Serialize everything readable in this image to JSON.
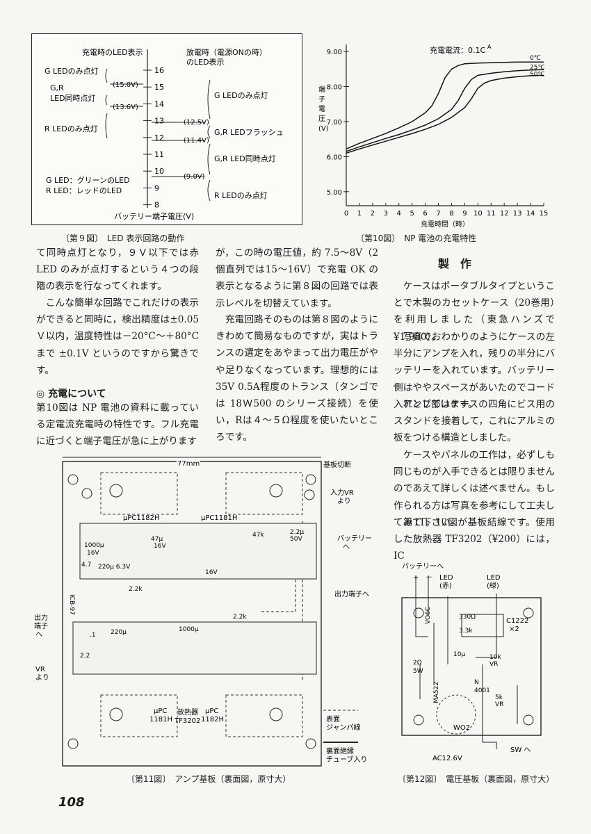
{
  "fig9": {
    "caption": "〔第９図〕　LED 表示回路の動作",
    "left_title": "充電時のLED表示",
    "right_title_1": "放電時（電源ONの時）",
    "right_title_2": "のLED表示",
    "scale_ticks": [
      "16",
      "15",
      "14",
      "13",
      "12",
      "11",
      "10",
      "9",
      "8"
    ],
    "left_labels": [
      "G LEDのみ点灯",
      "G,R",
      "LED同時点灯",
      "R LEDのみ点灯"
    ],
    "left_voltages": [
      "(15.0V)",
      "(13.6V)"
    ],
    "right_voltages": [
      "(12.5V)",
      "(11.4V)",
      "(9.0V)"
    ],
    "right_labels": [
      "G LEDのみ点灯",
      "G,R LEDフラッシュ",
      "G,R LED同時点灯",
      "R LEDのみ点灯"
    ],
    "legend_g": "G LED：グリーンのLED",
    "legend_r": "R LED：レッドのLED",
    "axis_label": "バッテリー端子電圧(V)"
  },
  "chart_data": {
    "type": "line",
    "caption": "〔第10図〕　NP 電池の充電特性",
    "annotation": "充電電流：0.1C",
    "annotation_sup": "A",
    "ylabel_chars": [
      "端",
      "子",
      "電",
      "圧",
      "(V)"
    ],
    "xlabel": "充電時間（時）",
    "y_ticks": [
      "9.00",
      "8.00",
      "7.00",
      "6.00",
      "5.00"
    ],
    "x_ticks": [
      "0",
      "1",
      "2",
      "3",
      "4",
      "5",
      "6",
      "7",
      "8",
      "9",
      "10",
      "11",
      "12",
      "13",
      "14",
      "15"
    ],
    "xlim": [
      0,
      15
    ],
    "ylim": [
      4.6,
      9.2
    ],
    "series": [
      {
        "name": "0℃",
        "x": [
          0,
          1,
          2,
          3,
          4,
          5,
          6,
          6.5,
          7,
          7.5,
          8,
          8.5,
          9,
          10,
          11,
          12,
          13,
          14,
          15
        ],
        "y": [
          6.22,
          6.38,
          6.52,
          6.66,
          6.82,
          7.0,
          7.25,
          7.45,
          7.8,
          8.25,
          8.5,
          8.6,
          8.65,
          8.67,
          8.68,
          8.69,
          8.7,
          8.7,
          8.7
        ]
      },
      {
        "name": "25℃",
        "x": [
          0,
          1,
          2,
          3,
          4,
          5,
          6,
          7,
          8,
          8.5,
          9,
          9.5,
          10,
          11,
          12,
          13,
          14,
          15
        ],
        "y": [
          6.15,
          6.28,
          6.4,
          6.52,
          6.63,
          6.76,
          6.9,
          7.08,
          7.35,
          7.6,
          7.95,
          8.2,
          8.32,
          8.38,
          8.42,
          8.45,
          8.47,
          8.48
        ]
      },
      {
        "name": "50℃",
        "x": [
          0,
          1,
          2,
          3,
          4,
          5,
          6,
          7,
          8,
          9,
          9.5,
          10,
          10.5,
          11,
          12,
          13,
          14,
          15
        ],
        "y": [
          6.1,
          6.22,
          6.33,
          6.44,
          6.55,
          6.66,
          6.78,
          6.92,
          7.12,
          7.4,
          7.65,
          7.95,
          8.1,
          8.17,
          8.24,
          8.28,
          8.31,
          8.32
        ]
      }
    ]
  },
  "col1": {
    "p1": "て同時点灯となり，９Ｖ以下では赤 LED のみが点灯するという４つの段階の表示を行なってくれます。",
    "p2": "　こんな簡単な回路でこれだけの表示ができると同時に，検出精度は±0.05Ｖ以内，温度特性は－20°C～＋80°Cまで ±0.1V というのですから驚きです。",
    "h1": "充電について",
    "p3": "第10図は NP 電池の資料に載っている定電流充電時の特性です。フル充電に近づくと端子電圧が急に上がります"
  },
  "col2": {
    "p1": "が，この時の電圧値，約 7.5～8V（2個直列では15～16V）で充電 OK の表示となるように第８図の回路では表示レベルを切替えています。",
    "p2": "　充電回路そのものは第８図のようにきわめて簡易なものですが，実はトランスの選定をあやまって出力電圧がやや足りなくなっています。理想的には35V 0.5A程度のトランス（タンゴでは 18Ｗ500 のシリーズ接続）を使い，Rは４～５Ω程度を使いたいところです。"
  },
  "col3": {
    "heading": "製　作",
    "p1": "　ケースはポータブルタイプということで木製のカセットケース（20巻用）を利用しました（東急ハンズで¥1,980）。",
    "p2": "　写真でおわかりのようにケースの左半分にアンプを入れ，残りの半分にバッテリーを入れています。バッテリー側はややスペースがあいたのでコード入れとしています。",
    "p3": "　アンプ部はケースの四角にビス用のスタンドを接着して，これにアルミの板をつける構造としました。",
    "p4": "　ケースやパネルの工作は，必ずしも同じものが入手できるとは限りませんのであえて詳しくは述べません。もし作られる方は写真を参考にして工夫してみて下さい。",
    "p5": "　第11，12図が基板結線です。使用した放熱器 TF3202（¥200）には，IC"
  },
  "fig11": {
    "caption": "〔第11図〕　アンプ基板（裏面図，原寸大）",
    "dim": "77mm",
    "cut": "基板切断",
    "board_id": "ICB-97",
    "labels": [
      "μPC1182H",
      "μPC1181H",
      "入力VR",
      "より",
      "バッテリー",
      "へ",
      "出力端子へ",
      "出力",
      "端子",
      "へ",
      "VR",
      "より",
      "μPC",
      "1181H",
      "放熱器",
      "TF3202",
      "μPC",
      "1182H",
      "1000μ",
      "16V",
      "47μ",
      "16V",
      "220μ 6.3V",
      "4.7",
      "2.2k",
      "47k",
      "2.2μ",
      "50V",
      ".1",
      "2.2",
      "220μ",
      "16V",
      "1000μ",
      "2.2k"
    ],
    "legend_jumper": "表面\nジャンパ線",
    "legend_tube": "裏面絶縁\nチューブ入り"
  },
  "fig12": {
    "caption": "〔第12図〕　電圧基板（裏面図，原寸大）",
    "labels": [
      "バッテリーへ",
      "+",
      "－",
      "LED",
      "(赤)",
      "LED",
      "(緑)",
      "C1222",
      "×2",
      "330Ω",
      "3.3k",
      "VO6C",
      "2Ω",
      "5W",
      "10μ",
      "10k",
      "VR",
      "MA522",
      "N",
      "4001",
      "5k",
      "VR",
      "WO2",
      "SW へ",
      "AC12.6V"
    ]
  },
  "page_number": "108"
}
